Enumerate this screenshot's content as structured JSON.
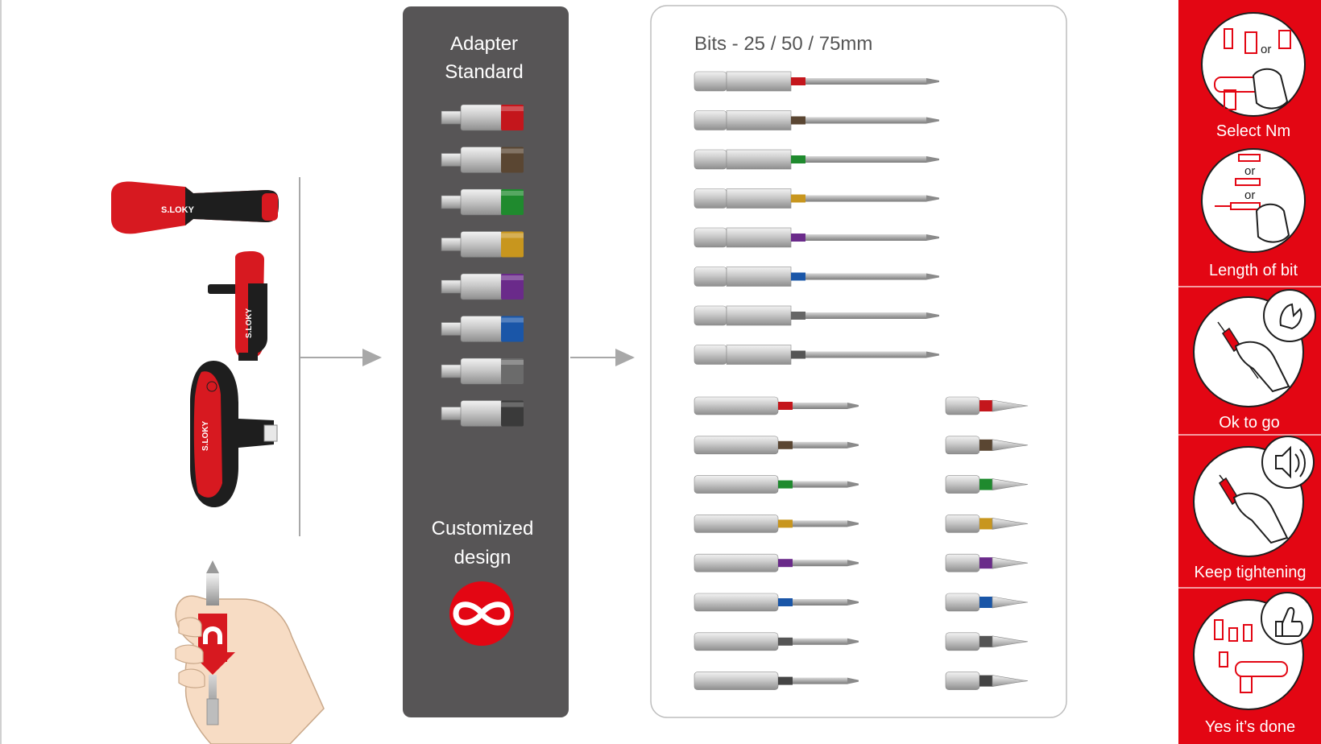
{
  "adapter_panel": {
    "title_line1": "Adapter",
    "title_line2": "Standard",
    "custom_line1": "Customized",
    "custom_line2": "design",
    "custom_icon": "infinity-icon",
    "adapters": [
      {
        "color": "#c4161c"
      },
      {
        "color": "#5a4632"
      },
      {
        "color": "#1f8a2e"
      },
      {
        "color": "#c8961e"
      },
      {
        "color": "#6a2a8a"
      },
      {
        "color": "#1a56a8"
      },
      {
        "color": "#6b6b6b"
      },
      {
        "color": "#3a3a3a"
      }
    ]
  },
  "bits_panel": {
    "title": "Bits - 25 / 50 / 75mm",
    "long_bits": [
      {
        "color": "#c4161c"
      },
      {
        "color": "#5a4632"
      },
      {
        "color": "#1f8a2e"
      },
      {
        "color": "#c8961e"
      },
      {
        "color": "#6a2a8a"
      },
      {
        "color": "#1a56a8"
      },
      {
        "color": "#666666"
      },
      {
        "color": "#555555"
      }
    ],
    "medium_bits": [
      {
        "color": "#c4161c"
      },
      {
        "color": "#5a4632"
      },
      {
        "color": "#1f8a2e"
      },
      {
        "color": "#c8961e"
      },
      {
        "color": "#6a2a8a"
      },
      {
        "color": "#1a56a8"
      },
      {
        "color": "#555555"
      },
      {
        "color": "#444444"
      }
    ],
    "short_bits": [
      {
        "color": "#c4161c"
      },
      {
        "color": "#5a4632"
      },
      {
        "color": "#1f8a2e"
      },
      {
        "color": "#c8961e"
      },
      {
        "color": "#6a2a8a"
      },
      {
        "color": "#1a56a8"
      },
      {
        "color": "#555555"
      },
      {
        "color": "#444444"
      }
    ]
  },
  "handles": {
    "brand": "S.LOKY",
    "items": [
      "straight-handle",
      "t-handle-small",
      "t-handle-large"
    ]
  },
  "sidebar": {
    "accent": "#e30613",
    "steps": [
      {
        "label": "Select Nm",
        "or_text": "or"
      },
      {
        "label": "Length of bit",
        "or_text_1": "or",
        "or_text_2": "or"
      },
      {
        "label": "Ok to go"
      },
      {
        "label": "Keep tightening"
      },
      {
        "label": "Yes it’s done"
      }
    ]
  }
}
